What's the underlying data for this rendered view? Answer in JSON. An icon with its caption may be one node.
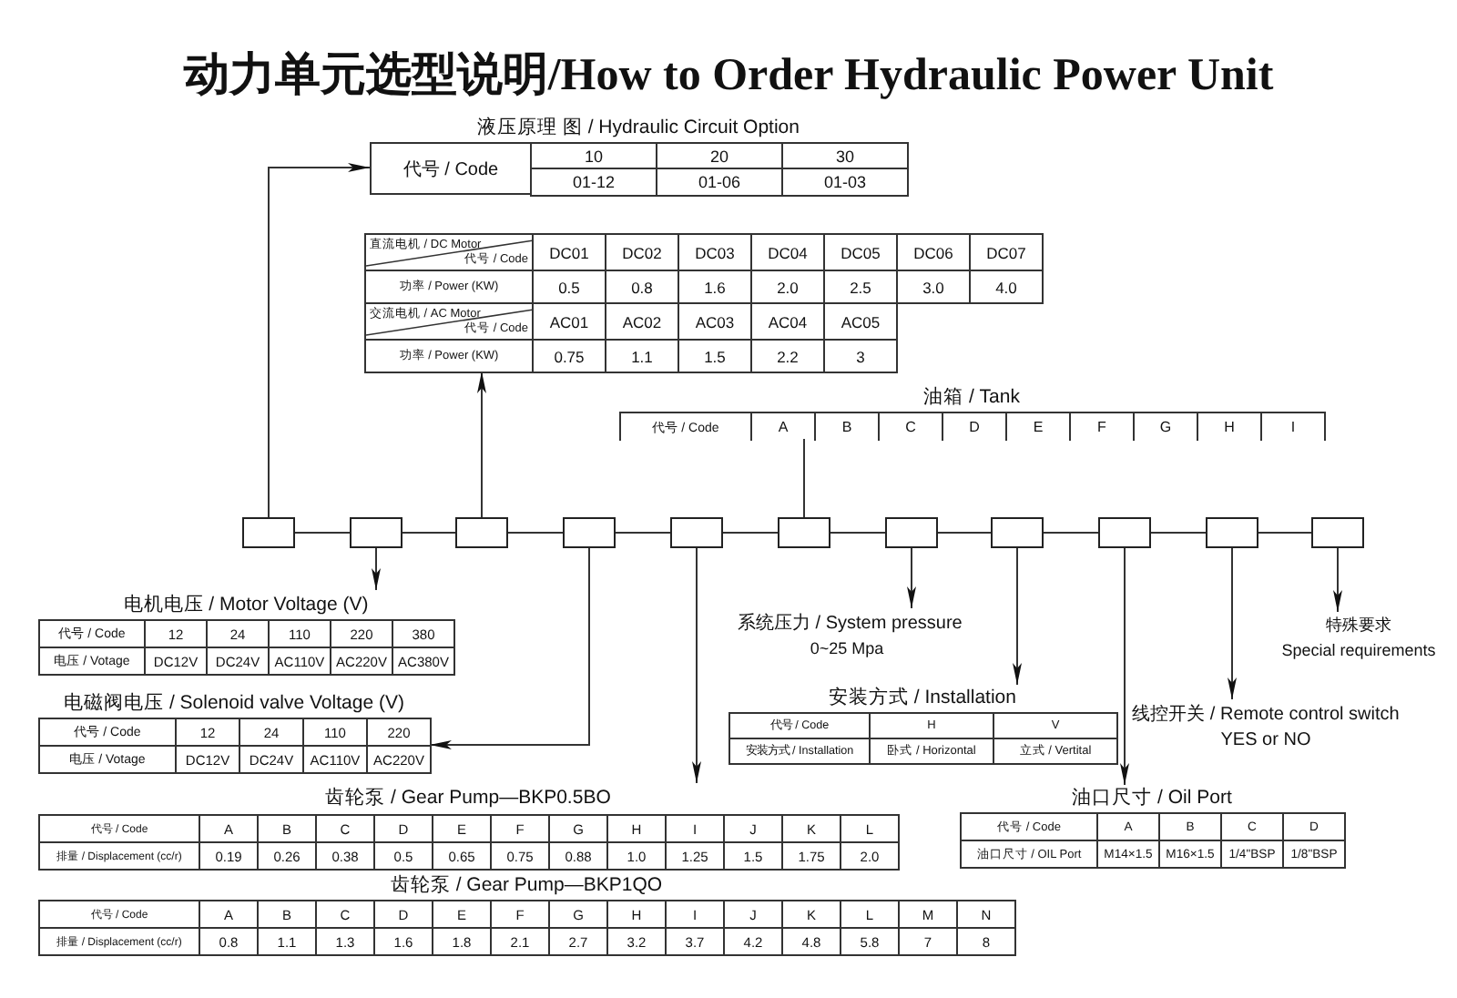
{
  "diagram": {
    "title": "动力单元选型说明/How to Order Hydraulic Power Unit",
    "nodes": [
      {
        "text": [
          "液压原理 图 / Hydraulic Circuit Option",
          "代号 / Code",
          "10",
          "20",
          "30",
          "01-12",
          "01-06",
          "01-03"
        ]
      },
      {
        "text": [
          "直流电机 / DC Motor",
          "代号 / Code",
          "DC01",
          "DC02",
          "DC03",
          "DC04",
          "DC05",
          "DC06",
          "DC07",
          "功率 / Power (KW)",
          "0.5",
          "0.8",
          "1.6",
          "2.0",
          "2.5",
          "3.0",
          "4.0",
          "交流电机 / AC Motor",
          "代号 / Code",
          "AC01",
          "AC02",
          "AC03",
          "AC04",
          "AC05",
          "功率 / Power (KW)",
          "0.75",
          "1.1",
          "1.5",
          "2.2",
          "3"
        ]
      },
      {
        "text": [
          "油箱 / Tank",
          "代号 / Code",
          "A",
          "B",
          "C",
          "D",
          "E",
          "F",
          "G",
          "H",
          "I"
        ]
      },
      {
        "text": [],
        "shape": "box"
      },
      {
        "text": [],
        "shape": "box"
      },
      {
        "text": [],
        "shape": "box"
      },
      {
        "text": [],
        "shape": "box"
      },
      {
        "text": [],
        "shape": "box"
      },
      {
        "text": [],
        "shape": "box"
      },
      {
        "text": [],
        "shape": "box"
      },
      {
        "text": [],
        "shape": "box"
      },
      {
        "text": [],
        "shape": "box"
      },
      {
        "text": [],
        "shape": "box"
      },
      {
        "text": [],
        "shape": "box"
      },
      {
        "text": [
          "电机电压 / Motor Voltage (V)",
          "代号 / Code",
          "12",
          "24",
          "110",
          "220",
          "380",
          "电压 / Votage",
          "DC12V",
          "DC24V",
          "AC110V",
          "AC220V",
          "AC380V"
        ]
      },
      {
        "text": [
          "系统压力 / System pressure",
          "0~25 Mpa"
        ]
      },
      {
        "text": [
          "特殊要求",
          "Special requirements"
        ]
      },
      {
        "text": [
          "电磁阀电压 / Solenoid valve Voltage (V)",
          "代号 / Code",
          "12",
          "24",
          "110",
          "220",
          "电压 / Votage",
          "DC12V",
          "DC24V",
          "AC110V",
          "AC220V"
        ]
      },
      {
        "text": [
          "安装方式 / Installation",
          "代号 / Code",
          "H",
          "V",
          "安装方式 / Installation",
          "卧式 / Horizontal",
          "立式 / Vertital"
        ]
      },
      {
        "text": [
          "线控开关 / Remote control switch",
          "YES or NO"
        ]
      },
      {
        "text": [
          "齿轮泵 / Gear Pump—BKP0.5BO",
          "代号 / Code",
          "A",
          "B",
          "C",
          "D",
          "E",
          "F",
          "G",
          "H",
          "I",
          "J",
          "K",
          "L",
          "排量 / Displacement (cc/r)",
          "0.19",
          "0.26",
          "0.38",
          "0.5",
          "0.65",
          "0.75",
          "0.88",
          "1.0",
          "1.25",
          "1.5",
          "1.75",
          "2.0"
        ]
      },
      {
        "text": [
          "油口尺寸 / Oil Port",
          "代号 / Code",
          "A",
          "B",
          "C",
          "D",
          "油口尺寸 / OIL Port",
          "M14×1.5",
          "M16×1.5",
          "1/4\"BSP",
          "1/8\"BSP"
        ]
      },
      {
        "text": [
          "齿轮泵 / Gear Pump—BKP1QO",
          "代号 / Code",
          "A",
          "B",
          "C",
          "D",
          "E",
          "F",
          "G",
          "H",
          "I",
          "J",
          "K",
          "L",
          "M",
          "N",
          "排量 / Displacement (cc/r)",
          "0.8",
          "1.1",
          "1.3",
          "1.6",
          "1.8",
          "2.1",
          "2.7",
          "3.2",
          "3.7",
          "4.2",
          "4.8",
          "5.8",
          "7",
          "8"
        ]
      }
    ],
    "edges": [
      {
        "from": 3,
        "to": 0,
        "arrow": "to"
      },
      {
        "from": 4,
        "to": 14,
        "arrow": "to"
      },
      {
        "from": 5,
        "to": 1,
        "arrow": "to"
      },
      {
        "from": 6,
        "to": 17,
        "arrow": "to"
      },
      {
        "from": 7,
        "to": 20,
        "arrow": "to"
      },
      {
        "from": 8,
        "to": 2,
        "arrow": "none"
      },
      {
        "from": 9,
        "to": 15,
        "arrow": "to"
      },
      {
        "from": 10,
        "to": 18,
        "arrow": "to"
      },
      {
        "from": 11,
        "to": 21,
        "arrow": "to"
      },
      {
        "from": 12,
        "to": 19,
        "arrow": "to"
      },
      {
        "from": 13,
        "to": 16,
        "arrow": "to"
      },
      {
        "from": 3,
        "to": 4,
        "arrow": "none"
      },
      {
        "from": 4,
        "to": 5,
        "arrow": "none"
      },
      {
        "from": 5,
        "to": 6,
        "arrow": "none"
      },
      {
        "from": 6,
        "to": 7,
        "arrow": "none"
      },
      {
        "from": 7,
        "to": 8,
        "arrow": "none"
      },
      {
        "from": 8,
        "to": 9,
        "arrow": "none"
      },
      {
        "from": 9,
        "to": 10,
        "arrow": "none"
      },
      {
        "from": 10,
        "to": 11,
        "arrow": "none"
      },
      {
        "from": 11,
        "to": 12,
        "arrow": "none"
      },
      {
        "from": 12,
        "to": 13,
        "arrow": "none"
      }
    ]
  }
}
